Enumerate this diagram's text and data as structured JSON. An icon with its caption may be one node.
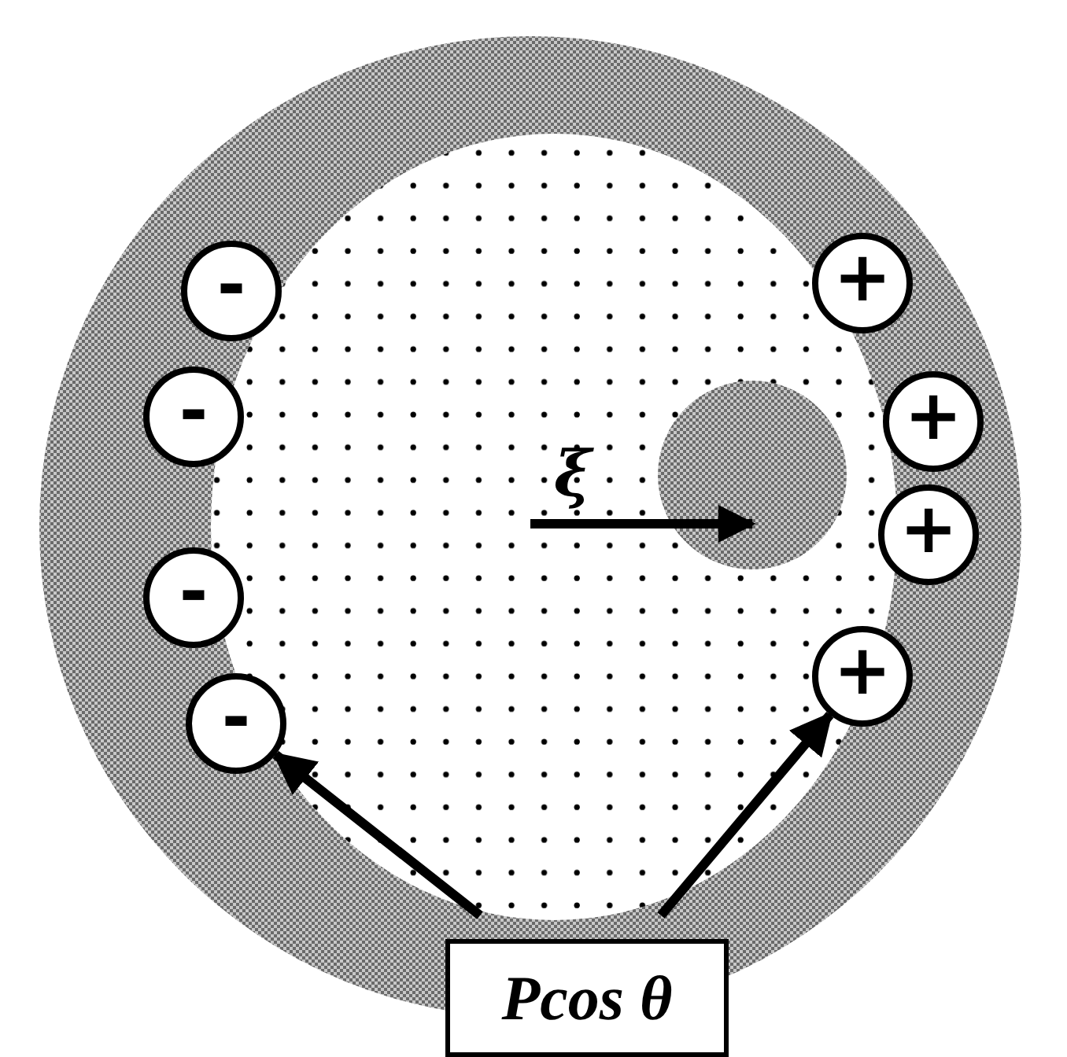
{
  "diagram": {
    "nodes": [
      {
        "text": [
          "-"
        ]
      },
      {
        "text": [
          "-"
        ]
      },
      {
        "text": [
          "-"
        ]
      },
      {
        "text": [
          "-"
        ]
      },
      {
        "text": [
          "+"
        ]
      },
      {
        "text": [
          "+"
        ]
      },
      {
        "text": [
          "+"
        ]
      },
      {
        "text": [
          "+"
        ]
      },
      {
        "text": [
          "Pcos θ"
        ]
      }
    ],
    "edges": [
      {
        "from": 8,
        "to": 3,
        "arrow": "to"
      },
      {
        "from": 8,
        "to": 7,
        "arrow": "to"
      }
    ],
    "labels": [
      "ξ"
    ]
  }
}
